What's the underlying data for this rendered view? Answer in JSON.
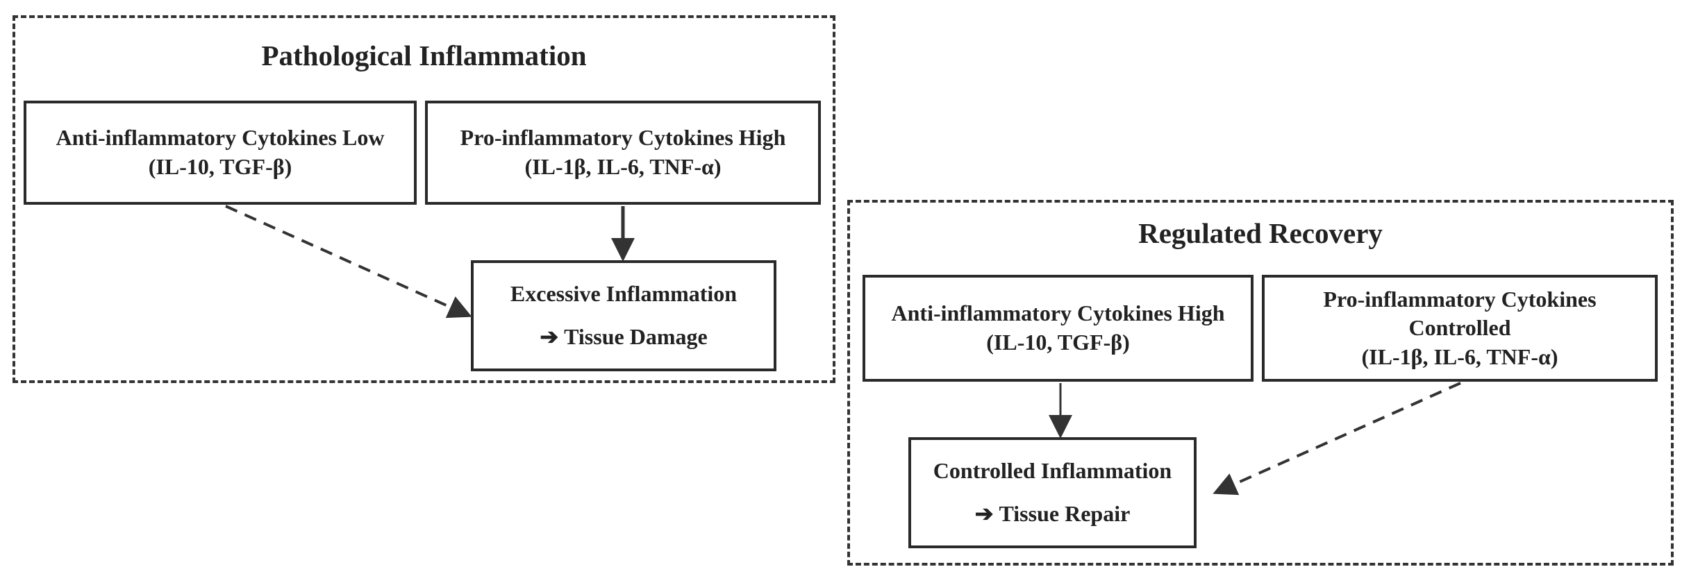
{
  "panels": {
    "pathological": {
      "title": "Pathological Inflammation",
      "anti_box": {
        "line1": "Anti-inflammatory Cytokines Low",
        "line2": "(IL-10, TGF-β)"
      },
      "pro_box": {
        "line1": "Pro-inflammatory Cytokines High",
        "line2": "(IL-1β, IL-6, TNF-α)"
      },
      "result_box": {
        "line1": "Excessive Inflammation",
        "arrow": "➔",
        "line2": "Tissue Damage"
      }
    },
    "recovery": {
      "title": "Regulated Recovery",
      "anti_box": {
        "line1": "Anti-inflammatory Cytokines High",
        "line2": "(IL-10, TGF-β)"
      },
      "pro_box": {
        "line1": "Pro-inflammatory Cytokines",
        "line2": "Controlled",
        "line3": "(IL-1β, IL-6, TNF-α)"
      },
      "result_box": {
        "line1": "Controlled Inflammation",
        "arrow": "➔",
        "line2": "Tissue Repair"
      }
    }
  },
  "colors": {
    "line": "#333333",
    "text": "#222222"
  }
}
